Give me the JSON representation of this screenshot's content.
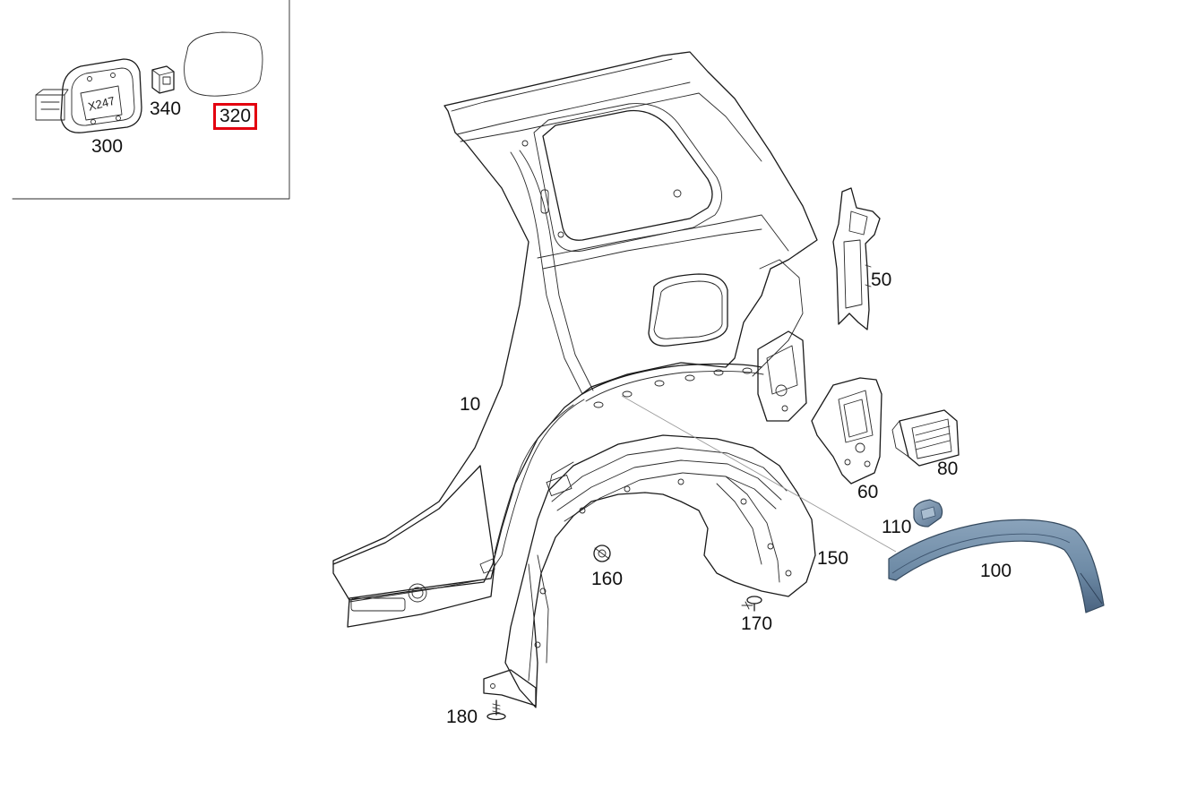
{
  "callouts": [
    {
      "id": "300",
      "label": "300",
      "selected": false
    },
    {
      "id": "340",
      "label": "340",
      "selected": false
    },
    {
      "id": "320",
      "label": "320",
      "selected": true
    },
    {
      "id": "50",
      "label": "50",
      "selected": false
    },
    {
      "id": "10",
      "label": "10",
      "selected": false
    },
    {
      "id": "80",
      "label": "80",
      "selected": false
    },
    {
      "id": "60",
      "label": "60",
      "selected": false
    },
    {
      "id": "110",
      "label": "110",
      "selected": false
    },
    {
      "id": "150",
      "label": "150",
      "selected": false
    },
    {
      "id": "100",
      "label": "100",
      "selected": false
    },
    {
      "id": "160",
      "label": "160",
      "selected": false
    },
    {
      "id": "170",
      "label": "170",
      "selected": false
    },
    {
      "id": "180",
      "label": "180",
      "selected": false
    }
  ],
  "parts": {
    "fuel_housing_marking": "X247"
  },
  "colors": {
    "highlight": "#e3000f",
    "trim_fill": "#6e8ba6",
    "trim_dark": "#3f5670",
    "line": "#1a1a1a",
    "leader": "#9a9a9a"
  }
}
